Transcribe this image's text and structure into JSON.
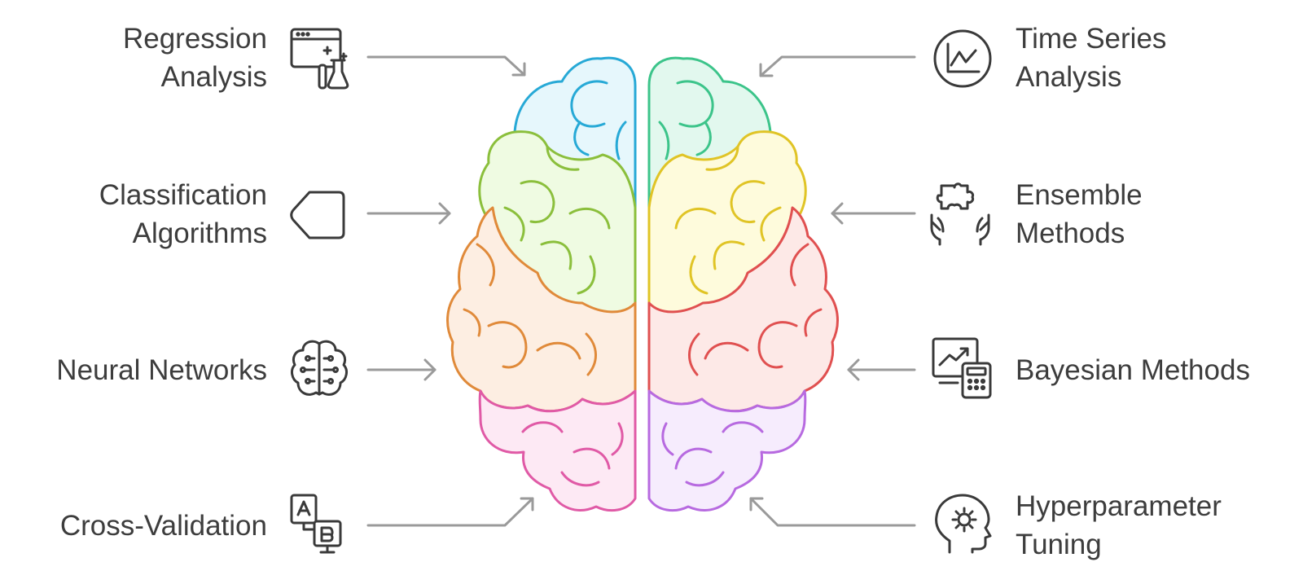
{
  "colors": {
    "blue": "#27a9d6",
    "blue_fill": "#e6f7fc",
    "green": "#8bbf3c",
    "green_fill": "#effbe2",
    "orange": "#e08a3a",
    "orange_fill": "#fdeee2",
    "pink": "#e05aa6",
    "pink_fill": "#fde9f4",
    "teal": "#3cc48a",
    "teal_fill": "#e2f8ee",
    "yellow": "#e0c426",
    "yellow_fill": "#fefbdc",
    "red": "#e05050",
    "red_fill": "#fde9e7",
    "purple": "#b76ae0",
    "purple_fill": "#f6ecfd",
    "arrow": "#9a9a9a",
    "icon": "#3a3a3a",
    "text": "#3d3d3d"
  },
  "items": {
    "regression": {
      "lines": [
        "Regression",
        "Analysis"
      ],
      "icon": "browser-flask-icon"
    },
    "classification": {
      "lines": [
        "Classification",
        "Algorithms"
      ],
      "icon": "shield-shape-icon"
    },
    "neural": {
      "lines": [
        "Neural Networks"
      ],
      "icon": "brain-circuit-icon"
    },
    "crossval": {
      "lines": [
        "Cross-Validation"
      ],
      "icon": "ab-test-icon"
    },
    "timeseries": {
      "lines": [
        "Time Series",
        "Analysis"
      ],
      "icon": "line-chart-icon"
    },
    "ensemble": {
      "lines": [
        "Ensemble",
        "Methods"
      ],
      "icon": "hands-puzzle-icon"
    },
    "bayesian": {
      "lines": [
        "Bayesian Methods"
      ],
      "icon": "chart-calculator-icon"
    },
    "hyperparam": {
      "lines": [
        "Hyperparameter",
        "Tuning"
      ],
      "icon": "head-gear-icon"
    }
  }
}
